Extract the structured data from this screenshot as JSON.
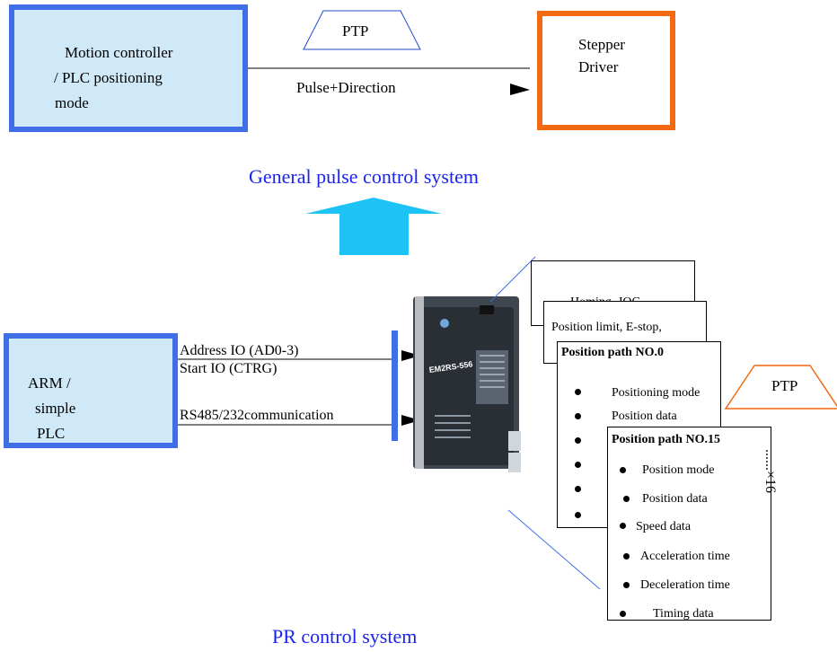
{
  "top": {
    "controller_box": [
      "Motion controller",
      "/ PLC positioning",
      "mode"
    ],
    "ptp_label": "PTP",
    "signal_label": "Pulse+Direction",
    "driver_box": [
      "Stepper",
      "Driver"
    ],
    "caption": "General pulse control system"
  },
  "bottom": {
    "arm_box": [
      "ARM /",
      "simple",
      "PLC"
    ],
    "signals": [
      "Address IO (AD0-3)",
      "Start IO (CTRG)",
      "RS485/232communication"
    ],
    "cards": {
      "homing": "Homing, JOG",
      "limit": "Position limit, E-stop,",
      "path0_title": "Position path  NO.0",
      "path0_items": [
        "Positioning mode",
        "Position data"
      ],
      "path15_title": "Position path  NO.15",
      "path15_items": [
        "Position mode",
        "Position data",
        "Speed data",
        "Acceleration time",
        "Deceleration time",
        "Timing data"
      ]
    },
    "ptp_label": "PTP",
    "repeat_label": "......×16",
    "device_label": "EM2RS-556",
    "caption": "PR control system"
  },
  "colors": {
    "blue_border": "#3f6ee6",
    "light_blue_fill": "#cfe9f8",
    "orange": "#f36a12",
    "cyan_arrow": "#1ec3f5",
    "caption_blue": "#1a24ee"
  },
  "icons": [
    "up-arrow-icon",
    "arrowhead-icon",
    "stepper-drive-image"
  ]
}
